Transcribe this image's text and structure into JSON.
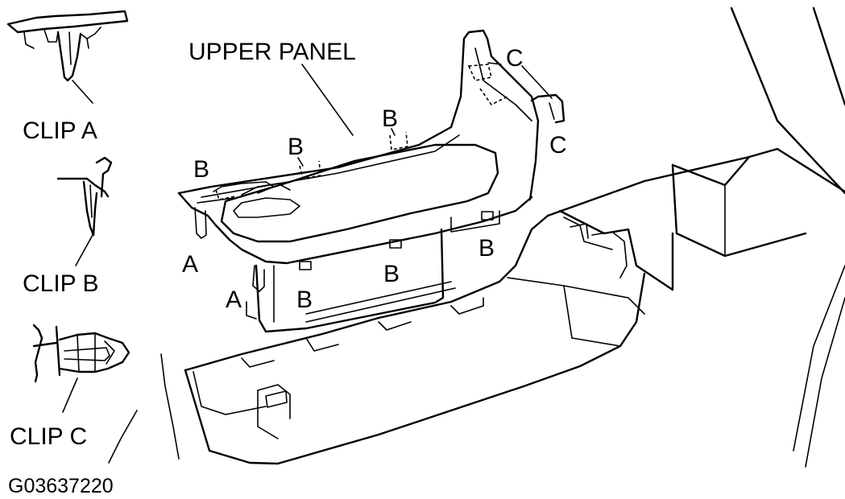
{
  "labels": {
    "upper_panel": "UPPER PANEL",
    "clip_a": "CLIP A",
    "clip_b": "CLIP B",
    "clip_c": "CLIP C",
    "a": "A",
    "b": "B",
    "c": "C"
  },
  "figure_code": "G03637220"
}
